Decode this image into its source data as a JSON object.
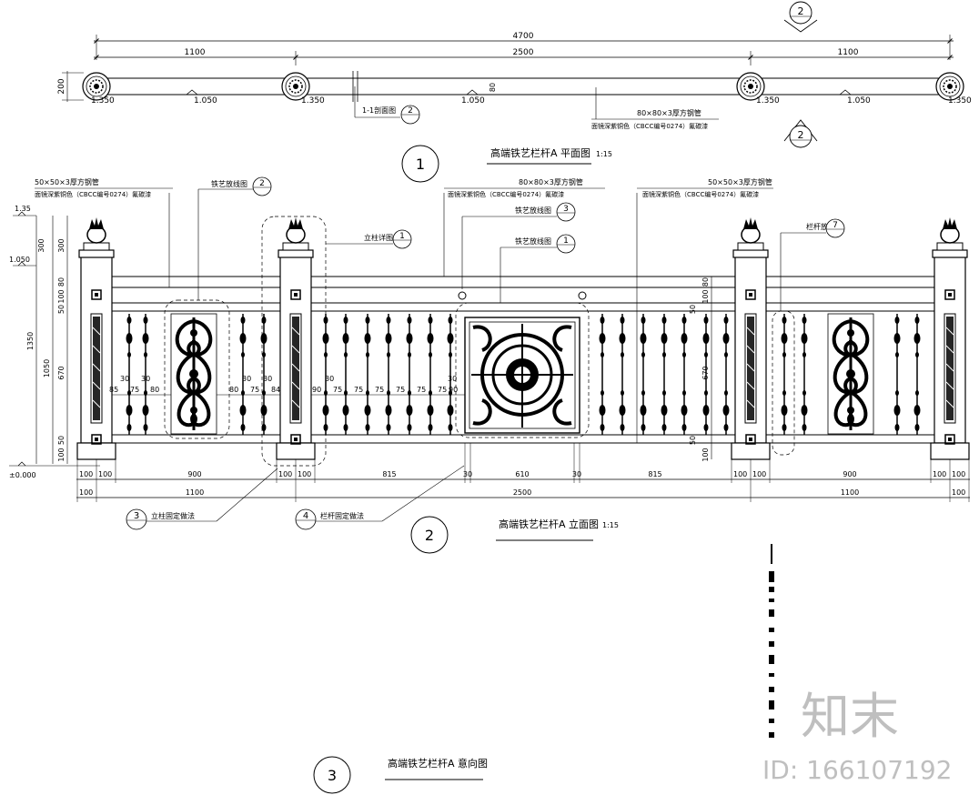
{
  "plan": {
    "dims_top": [
      "4700",
      "1100",
      "2500",
      "1100"
    ],
    "dim_height": "200",
    "dim_80": "80",
    "levels": [
      "1.350",
      "1.050",
      "1.350",
      "1.050",
      "1.350",
      "1.050",
      "1.350"
    ],
    "section_label": "1-1剖面图",
    "callout_section": "2",
    "pipe_note": "80×80×3厚方钢管",
    "paint_note": "面镜深紫铜色（CBCC编号0274）氟碳漆",
    "marker_top": "2",
    "marker_bottom": "2",
    "title": "高端铁艺栏杆A 平面图",
    "scale": "1:15",
    "number": "1"
  },
  "elevation": {
    "note_left_1": "50×50×3厚方钢管",
    "note_left_2": "面镜深紫铜色（CBCC编号0274）氟碳漆",
    "note_mid_1": "80×80×3厚方钢管",
    "note_mid_2": "面镜深紫铜色（CBCC编号0274）氟碳漆",
    "note_right_1": "50×50×3厚方钢管",
    "note_right_2": "面镜深紫铜色（CBCC编号0274）氟碳漆",
    "callouts": [
      {
        "label": "铁艺放线图",
        "num": "2"
      },
      {
        "label": "立柱详图",
        "num": "1"
      },
      {
        "label": "铁艺放线图",
        "num": "3"
      },
      {
        "label": "铁艺放线图",
        "num": "1"
      },
      {
        "label": "栏杆放线图",
        "num": "7"
      }
    ],
    "left_dims": [
      "1.35",
      "1.050",
      "300",
      "300",
      "80",
      "100",
      "50",
      "1350",
      "1050",
      "670",
      "50",
      "100",
      "±0.000"
    ],
    "inner_dims_left": [
      "85",
      "30",
      "75",
      "30",
      "80",
      "80",
      "30",
      "75",
      "30",
      "84"
    ],
    "inner_dims_mid": [
      "90",
      "30",
      "75",
      "75",
      "75",
      "75",
      "75",
      "75",
      "30",
      "90"
    ],
    "right_dims": [
      "80",
      "100",
      "50",
      "670",
      "50",
      "100"
    ],
    "bottom_dims_row1": [
      "100",
      "100",
      "900",
      "100",
      "100",
      "815",
      "30",
      "610",
      "30",
      "815",
      "100",
      "100",
      "900",
      "100",
      "100"
    ],
    "bottom_dims_row2": [
      "100",
      "1100",
      "2500",
      "1100",
      "100"
    ],
    "bottom_callouts": [
      {
        "label": "立柱固定做法",
        "num": "3"
      },
      {
        "label": "栏杆固定做法",
        "num": "4"
      }
    ],
    "title": "高端铁艺栏杆A 立面图",
    "scale": "1:15",
    "number": "2"
  },
  "perspective": {
    "title": "高端铁艺栏杆A 意向图",
    "number": "3"
  },
  "watermark": {
    "brand": "知末",
    "id": "ID: 166107192"
  }
}
